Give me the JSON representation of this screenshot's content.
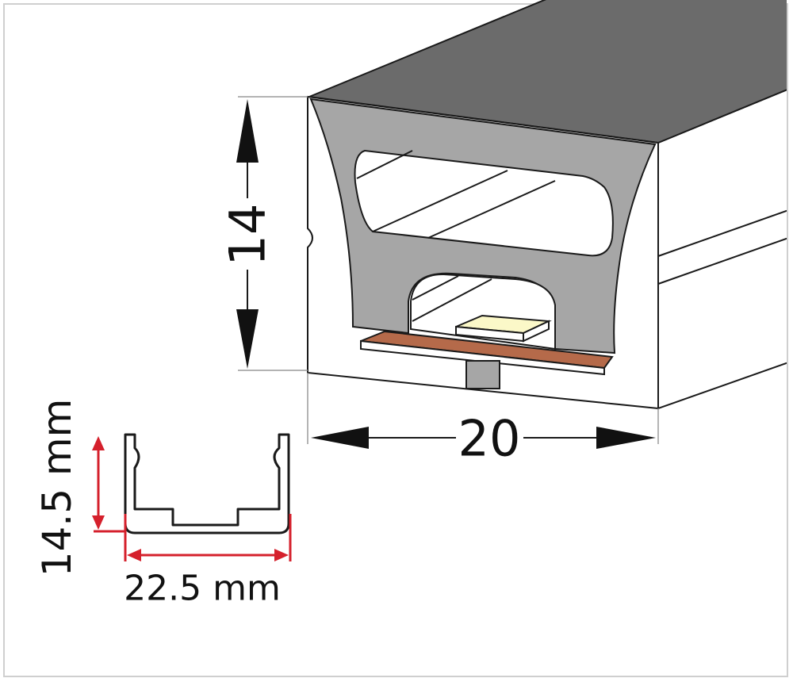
{
  "profile_dimensions": {
    "height": "14",
    "width": "20"
  },
  "channel_dimensions": {
    "height": "14.5 mm",
    "width": "22.5 mm"
  },
  "colors": {
    "dark_fill": "#6b6b6b",
    "light_fill": "#a6a6a6",
    "pcb": "#b56a4a",
    "led": "#fbf8c8",
    "dimension_red": "#d5202c",
    "outline": "#1a1a1a"
  }
}
